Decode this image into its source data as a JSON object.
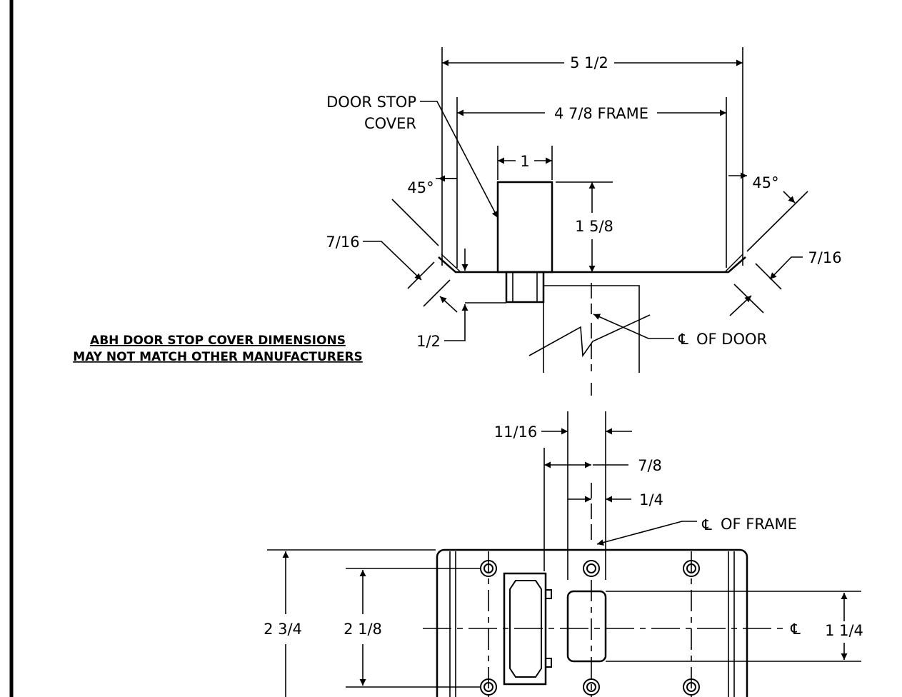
{
  "note": {
    "line1": "ABH DOOR STOP COVER DIMENSIONS",
    "line2": "MAY NOT MATCH OTHER MANUFACTURERS"
  },
  "top_view": {
    "overall_width": "5 1/2",
    "frame_width": "4 7/8 FRAME",
    "cover_label_line1": "DOOR STOP",
    "cover_label_line2": "COVER",
    "block_width": "1",
    "block_height": "1 5/8",
    "angle_left": "45°",
    "angle_right": "45°",
    "flange_left": "7/16",
    "flange_right": "7/16",
    "offset": "1/2",
    "door_centerline_symbol": "℄",
    "door_centerline_text": "OF DOOR"
  },
  "front_view": {
    "dim_11_16": "11/16",
    "dim_7_8": "7/8",
    "dim_1_4": "1/4",
    "frame_centerline_symbol": "℄",
    "frame_centerline_text": "OF FRAME",
    "height_overall": "2 3/4",
    "height_holes": "2 1/8",
    "slot_height": "1 1/4",
    "centerline_symbol": "℄"
  }
}
